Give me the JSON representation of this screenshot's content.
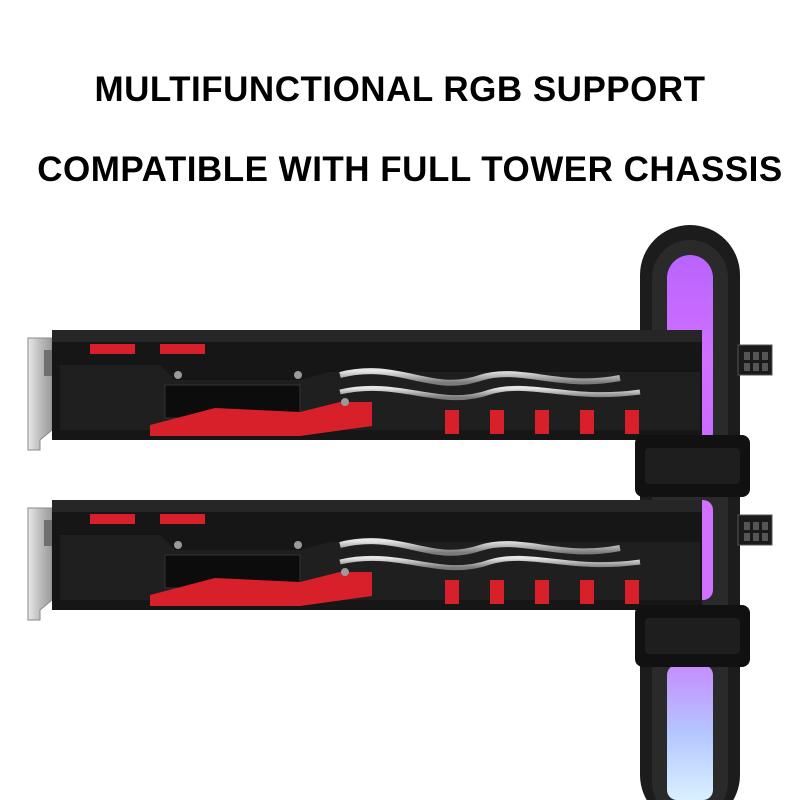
{
  "headline": {
    "line1": "MULTIFUNCTIONAL RGB SUPPORT",
    "line2": "COMPATIBLE WITH FULL TOWER CHASSIS"
  },
  "product": {
    "cards_shown": 2,
    "accent_color": "#d8202a",
    "card_body_color": "#141414",
    "rgb_glow_top": "#c86bff",
    "rgb_glow_bottom": "#9fd9ff"
  }
}
